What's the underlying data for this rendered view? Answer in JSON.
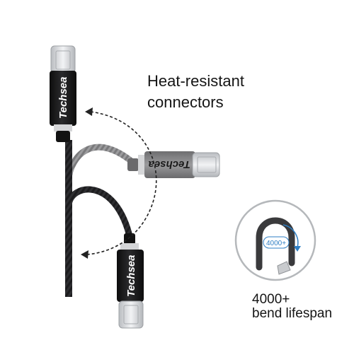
{
  "feature": {
    "line1": "Heat-resistant",
    "line2": "connectors"
  },
  "bend_test": {
    "badge": "4000+",
    "line1": "4000+",
    "line2": "bend lifespan"
  },
  "brand": "Techsea",
  "colors": {
    "cable_black": "#1c1c1e",
    "cable_gray": "#8a8a8c",
    "connector_black": "#141414",
    "connector_gray": "#7d7d7f",
    "metal_tip": "#d8dadd",
    "arrow_blue": "#2f7fc4"
  }
}
